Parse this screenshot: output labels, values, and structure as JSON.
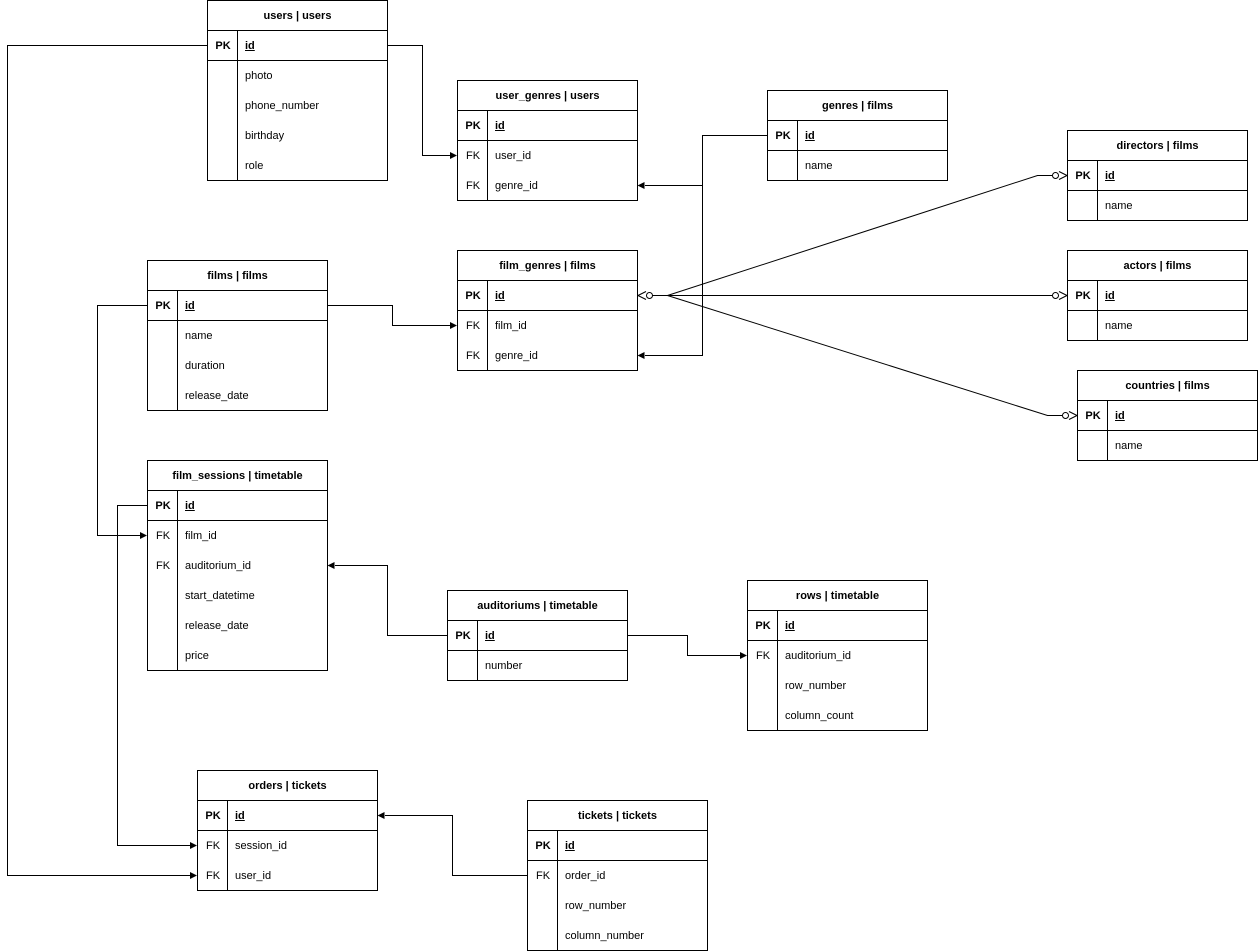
{
  "tables": [
    {
      "id": "users",
      "title": "users | users",
      "rows": [
        {
          "key": "PK",
          "name": "id",
          "pk": true
        },
        {
          "key": "",
          "name": "photo"
        },
        {
          "key": "",
          "name": "phone_number"
        },
        {
          "key": "",
          "name": "birthday"
        },
        {
          "key": "",
          "name": "role"
        }
      ]
    },
    {
      "id": "user_genres",
      "title": "user_genres | users",
      "rows": [
        {
          "key": "PK",
          "name": "id",
          "pk": true
        },
        {
          "key": "FK",
          "name": "user_id"
        },
        {
          "key": "FK",
          "name": "genre_id"
        }
      ]
    },
    {
      "id": "genres",
      "title": "genres | films",
      "rows": [
        {
          "key": "PK",
          "name": "id",
          "pk": true
        },
        {
          "key": "",
          "name": "name"
        }
      ]
    },
    {
      "id": "directors",
      "title": "directors | films",
      "rows": [
        {
          "key": "PK",
          "name": "id",
          "pk": true
        },
        {
          "key": "",
          "name": "name"
        }
      ]
    },
    {
      "id": "actors",
      "title": "actors | films",
      "rows": [
        {
          "key": "PK",
          "name": "id",
          "pk": true
        },
        {
          "key": "",
          "name": "name"
        }
      ]
    },
    {
      "id": "countries",
      "title": "countries | films",
      "rows": [
        {
          "key": "PK",
          "name": "id",
          "pk": true
        },
        {
          "key": "",
          "name": "name"
        }
      ]
    },
    {
      "id": "films",
      "title": "films | films",
      "rows": [
        {
          "key": "PK",
          "name": "id",
          "pk": true
        },
        {
          "key": "",
          "name": "name"
        },
        {
          "key": "",
          "name": "duration"
        },
        {
          "key": "",
          "name": "release_date"
        }
      ]
    },
    {
      "id": "film_genres",
      "title": "film_genres | films",
      "rows": [
        {
          "key": "PK",
          "name": "id",
          "pk": true
        },
        {
          "key": "FK",
          "name": "film_id"
        },
        {
          "key": "FK",
          "name": "genre_id"
        }
      ]
    },
    {
      "id": "film_sessions",
      "title": "film_sessions | timetable",
      "rows": [
        {
          "key": "PK",
          "name": "id",
          "pk": true
        },
        {
          "key": "FK",
          "name": "film_id"
        },
        {
          "key": "FK",
          "name": "auditorium_id"
        },
        {
          "key": "",
          "name": "start_datetime"
        },
        {
          "key": "",
          "name": "release_date"
        },
        {
          "key": "",
          "name": "price"
        }
      ]
    },
    {
      "id": "auditoriums",
      "title": "auditoriums | timetable",
      "rows": [
        {
          "key": "PK",
          "name": "id",
          "pk": true
        },
        {
          "key": "",
          "name": "number"
        }
      ]
    },
    {
      "id": "rows",
      "title": "rows | timetable",
      "rows": [
        {
          "key": "PK",
          "name": "id",
          "pk": true
        },
        {
          "key": "FK",
          "name": "auditorium_id"
        },
        {
          "key": "",
          "name": "row_number"
        },
        {
          "key": "",
          "name": "column_count"
        }
      ]
    },
    {
      "id": "orders",
      "title": "orders | tickets",
      "rows": [
        {
          "key": "PK",
          "name": "id",
          "pk": true
        },
        {
          "key": "FK",
          "name": "session_id"
        },
        {
          "key": "FK",
          "name": "user_id"
        }
      ]
    },
    {
      "id": "tickets",
      "title": "tickets | tickets",
      "rows": [
        {
          "key": "PK",
          "name": "id",
          "pk": true
        },
        {
          "key": "FK",
          "name": "order_id"
        },
        {
          "key": "",
          "name": "row_number"
        },
        {
          "key": "",
          "name": "column_number"
        }
      ]
    }
  ],
  "relationships": [
    {
      "from": "users.id",
      "to": "user_genres.user_id"
    },
    {
      "from": "genres.id",
      "to": "user_genres.genre_id"
    },
    {
      "from": "genres.id",
      "to": "film_genres.genre_id"
    },
    {
      "from": "films.id",
      "to": "film_genres.film_id"
    },
    {
      "from": "films.id",
      "to": "film_sessions.film_id"
    },
    {
      "from": "auditoriums.id",
      "to": "film_sessions.auditorium_id"
    },
    {
      "from": "auditoriums.id",
      "to": "rows.auditorium_id"
    },
    {
      "from": "film_sessions.id",
      "to": "orders.session_id"
    },
    {
      "from": "users.id",
      "to": "orders.user_id"
    },
    {
      "from": "tickets.order_id",
      "to": "orders.id"
    },
    {
      "from": "film_genres.id",
      "to": "directors.id",
      "notation": "many-to-many"
    },
    {
      "from": "film_genres.id",
      "to": "actors.id",
      "notation": "many-to-many"
    },
    {
      "from": "film_genres.id",
      "to": "countries.id",
      "notation": "many-to-many"
    }
  ]
}
